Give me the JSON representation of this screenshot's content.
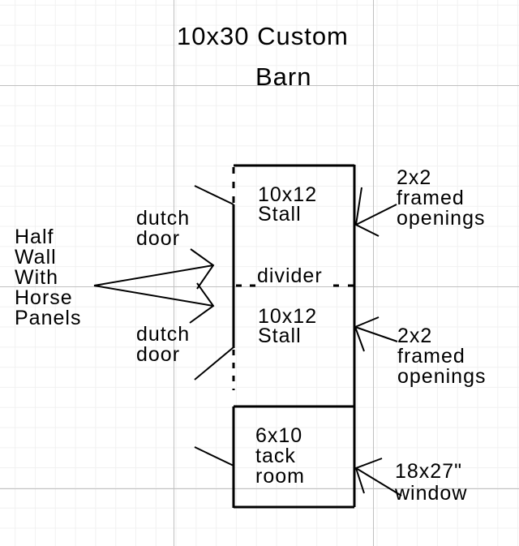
{
  "title": {
    "line1": "10x30 Custom",
    "line2": "Barn"
  },
  "rooms": {
    "stall_top": [
      "10x12",
      "Stall"
    ],
    "divider_label": "divider",
    "stall_bottom": [
      "10x12",
      "Stall"
    ],
    "tack_room": [
      "6x10",
      "tack",
      "room"
    ]
  },
  "callouts": {
    "dutch_door_top": [
      "dutch",
      "door"
    ],
    "dutch_door_bottom": [
      "dutch",
      "door"
    ],
    "half_wall": [
      "Half",
      "Wall",
      "With",
      "Horse",
      "Panels"
    ],
    "framed_openings_top": [
      "2x2",
      "framed",
      "openings"
    ],
    "framed_openings_bottom": [
      "2x2",
      "framed",
      "openings"
    ],
    "window": [
      "18x27\"",
      "window"
    ]
  },
  "colors": {
    "background": "#ffffff",
    "line": "#000000",
    "grid_fine": "#f1f1f1",
    "grid_major": "#c0c0c0"
  }
}
